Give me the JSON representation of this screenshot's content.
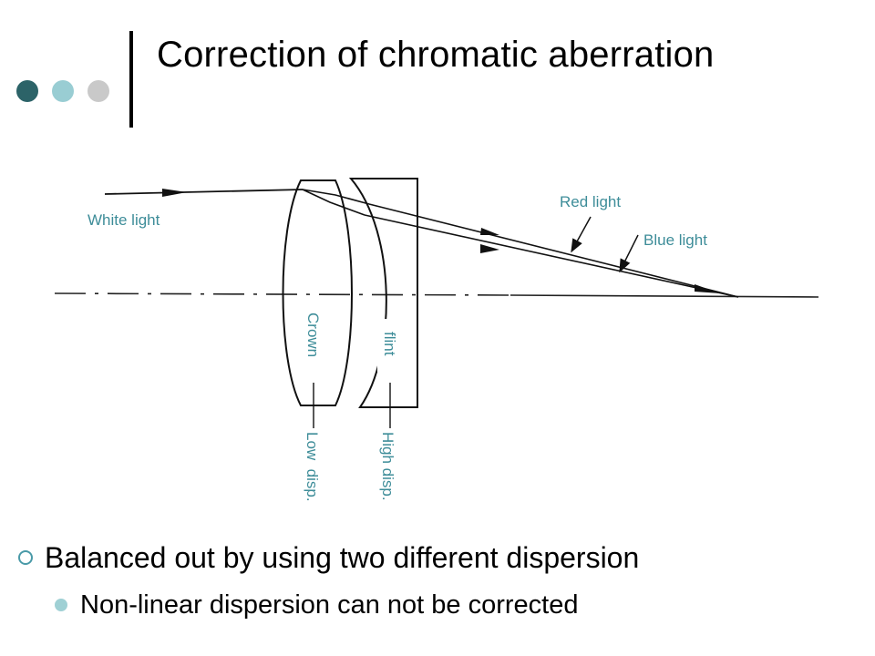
{
  "slide": {
    "title": "Correction of chromatic aberration",
    "colors": {
      "dot1": "#2c6368",
      "dot2": "#99cdd3",
      "dot3": "#c9c9c9",
      "label_teal": "#3e8d99"
    }
  },
  "diagram": {
    "labels": {
      "white_light": "White light",
      "red_light": "Red light",
      "blue_light": "Blue light",
      "crown": "Crown",
      "flint": "flint",
      "low_disp": "Low  disp.",
      "high_disp": "High disp."
    }
  },
  "bullets": {
    "level1": "Balanced out by using two different dispersion",
    "level2": "Non-linear dispersion can not be corrected"
  }
}
